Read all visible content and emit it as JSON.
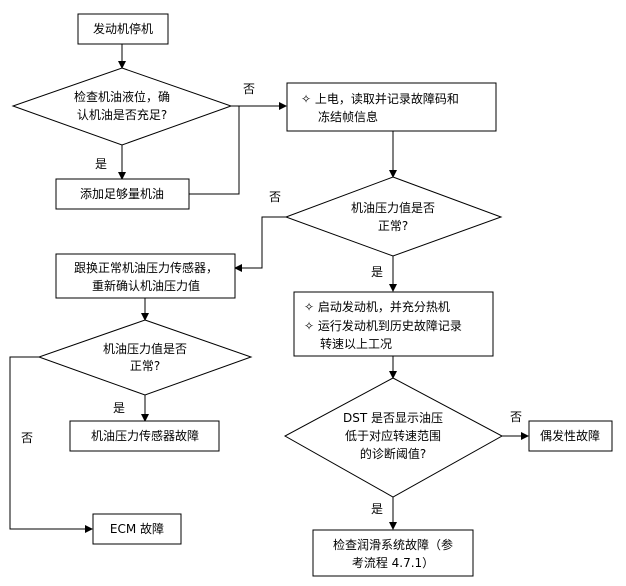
{
  "nodes": {
    "stop": {
      "lines": [
        "发动机停机"
      ]
    },
    "check_oil": {
      "lines": [
        "检查机油液位，确",
        "认机油是否充足?"
      ]
    },
    "add_oil": {
      "lines": [
        "添加足够量机油"
      ]
    },
    "power_on": {
      "lines": [
        "✧ 上电，读取并记录故障码和",
        "冻结帧信息"
      ]
    },
    "pressure_normal_1": {
      "lines": [
        "机油压力值是否",
        "正常?"
      ]
    },
    "replace_sensor": {
      "lines": [
        "跟换正常机油压力传感器，",
        "重新确认机油压力值"
      ]
    },
    "start_engine": {
      "lines": [
        "✧ 启动发动机，并充分热机",
        "✧ 运行发动机到历史故障记录",
        "转速以上工况"
      ]
    },
    "pressure_normal_2": {
      "lines": [
        "机油压力值是否",
        "正常?"
      ]
    },
    "dst_check": {
      "lines": [
        "DST 是否显示油压",
        "低于对应转速范围",
        "的诊断阈值?"
      ]
    },
    "sensor_fault": {
      "lines": [
        "机油压力传感器故障"
      ]
    },
    "intermittent": {
      "lines": [
        "偶发性故障"
      ]
    },
    "ecm_fault": {
      "lines": [
        "ECM 故障"
      ]
    },
    "lube_fault": {
      "lines": [
        "检查润滑系统故障（参",
        "考流程 4.7.1）"
      ]
    }
  },
  "edge_labels": {
    "no_1": "否",
    "yes_1": "是",
    "no_2": "否",
    "yes_2": "是",
    "yes_3": "是",
    "no_3": "否",
    "no_4": "否",
    "yes_4": "是"
  }
}
